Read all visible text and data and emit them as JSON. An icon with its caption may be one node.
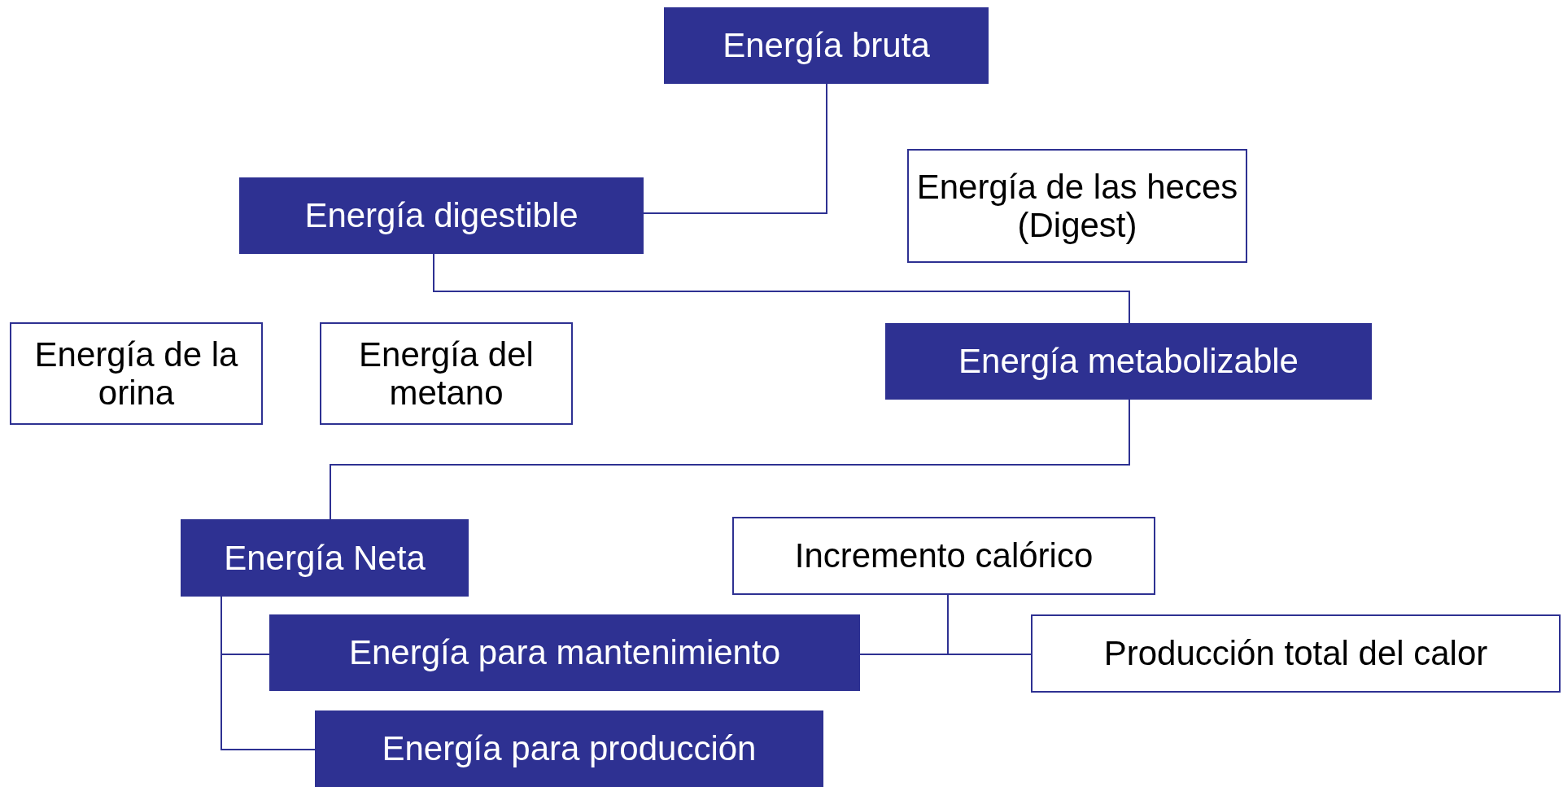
{
  "diagram": {
    "nodes": [
      {
        "text": [
          "Energía bruta"
        ]
      },
      {
        "text": [
          "Energía digestible"
        ]
      },
      {
        "text": [
          "Energía de las heces (Digest)"
        ]
      },
      {
        "text": [
          "Energía de la orina"
        ]
      },
      {
        "text": [
          "Energía del metano"
        ]
      },
      {
        "text": [
          "Energía metabolizable"
        ]
      },
      {
        "text": [
          "Energía Neta"
        ]
      },
      {
        "text": [
          "Incremento calórico"
        ]
      },
      {
        "text": [
          "Energía para mantenimiento"
        ]
      },
      {
        "text": [
          "Producción total del calor"
        ]
      },
      {
        "text": [
          "Energía para producción"
        ]
      }
    ],
    "edges": [
      {
        "from": 0,
        "to": 1,
        "arrow": "none"
      },
      {
        "from": 1,
        "to": 5,
        "arrow": "none"
      },
      {
        "from": 5,
        "to": 6,
        "arrow": "none"
      },
      {
        "from": 6,
        "to": 8,
        "arrow": "none"
      },
      {
        "from": 6,
        "to": 10,
        "arrow": "none"
      },
      {
        "from": 8,
        "to": 9,
        "arrow": "none"
      },
      {
        "from": 7,
        "to": 9,
        "arrow": "none"
      }
    ]
  }
}
